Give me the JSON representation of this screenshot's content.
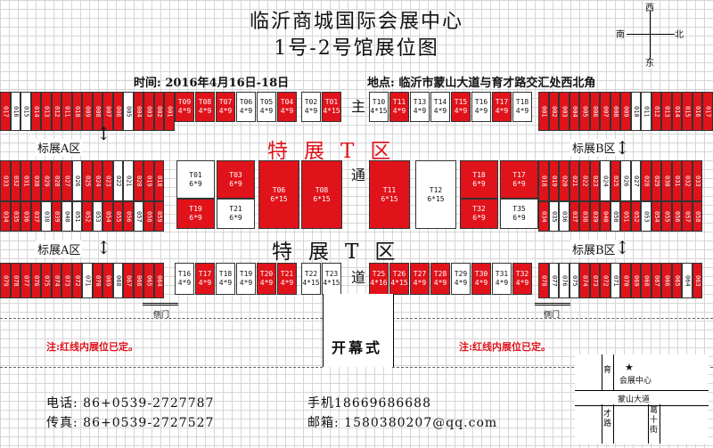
{
  "title": {
    "line1": "临沂商城国际会展中心",
    "line2": "1号-2号馆展位图"
  },
  "compass": {
    "north": "北",
    "south": "南",
    "west": "西",
    "east": "东"
  },
  "info": {
    "time_label": "时间:",
    "time_value": "2016年4月16日-18日",
    "place_label": "地点:",
    "place_value": "临沂市蒙山大道与育才路交汇处西北角"
  },
  "zones": {
    "std_a": "标展A区",
    "std_b": "标展B区",
    "special_upper": "特展T区",
    "special_lower": "特展T区"
  },
  "aisle": {
    "c1": "主",
    "c2": "通",
    "c3": "道"
  },
  "side_door": "侧门",
  "opening": "开幕式",
  "note": "注:红线内展位已定。",
  "contact": {
    "phone": "电话: 86+0539-2727787",
    "fax": "传真: 86+0539-2727527",
    "mobile": "手机18669686688",
    "email": "邮箱: 1580380207@qq.com"
  },
  "map": {
    "venue": "会展中心",
    "road": "蒙山大道",
    "left_top": "育",
    "left_bottom": "才路",
    "right": "葛十街",
    "star": "★"
  },
  "colors": {
    "booked": "#e0131b",
    "open": "#ffffff"
  },
  "booths": {
    "row1_left": {
      "labels": [
        "017",
        "016",
        "015",
        "014",
        "013",
        "012",
        "011",
        "010",
        "009",
        "008",
        "007",
        "006",
        "005",
        "004",
        "003",
        "002",
        "001"
      ],
      "booked": [
        1,
        0,
        0,
        1,
        1,
        1,
        1,
        1,
        1,
        1,
        1,
        1,
        0,
        1,
        1,
        1,
        1
      ]
    },
    "row1_right": {
      "labels": [
        "001",
        "002",
        "003",
        "004",
        "005",
        "006",
        "007",
        "008",
        "009",
        "010",
        "011",
        "012",
        "013",
        "014",
        "015",
        "016",
        "017"
      ],
      "booked": [
        1,
        1,
        1,
        1,
        1,
        1,
        1,
        1,
        1,
        0,
        0,
        1,
        1,
        1,
        1,
        1,
        1
      ]
    },
    "row1_t": [
      {
        "id": "T09",
        "size": "4*9",
        "booked": true
      },
      {
        "id": "T08",
        "size": "4*9",
        "booked": true
      },
      {
        "id": "T07",
        "size": "4*9",
        "booked": true
      },
      {
        "id": "T06",
        "size": "4*9",
        "booked": false
      },
      {
        "id": "T05",
        "size": "4*9",
        "booked": false
      },
      {
        "id": "T04",
        "size": "4*9",
        "booked": true
      },
      {
        "id": "T02",
        "size": "4*9",
        "booked": false
      },
      {
        "id": "T01",
        "size": "4*15",
        "booked": true
      },
      {
        "id": "T10",
        "size": "4*15",
        "booked": false
      },
      {
        "id": "T11",
        "size": "4*9",
        "booked": true
      },
      {
        "id": "T13",
        "size": "4*9",
        "booked": false
      },
      {
        "id": "T14",
        "size": "4*9",
        "booked": false
      },
      {
        "id": "T15",
        "size": "4*9",
        "booked": true
      },
      {
        "id": "T16",
        "size": "4*9",
        "booked": false
      },
      {
        "id": "T17",
        "size": "4*9",
        "booked": true
      },
      {
        "id": "T18",
        "size": "4*9",
        "booked": false
      }
    ],
    "mid_left_a": {
      "labels": [
        "033",
        "032",
        "031",
        "030",
        "029",
        "028",
        "027",
        "026",
        "025",
        "024",
        "023",
        "022",
        "021",
        "020",
        "019",
        "018"
      ],
      "booked": [
        1,
        1,
        1,
        1,
        1,
        1,
        1,
        0,
        1,
        1,
        1,
        0,
        0,
        1,
        1,
        1
      ]
    },
    "mid_left_b": {
      "labels": [
        "034",
        "035",
        "036",
        "037",
        "038",
        "039",
        "040",
        "051",
        "052",
        "053",
        "054",
        "055",
        "056",
        "057",
        "058",
        "059"
      ],
      "booked": [
        1,
        1,
        1,
        1,
        0,
        1,
        0,
        0,
        1,
        0,
        1,
        1,
        1,
        0,
        1,
        1
      ]
    },
    "mid_right_a": {
      "labels": [
        "018",
        "019",
        "020",
        "021",
        "022",
        "023",
        "024",
        "025",
        "026",
        "027",
        "028",
        "029",
        "030",
        "031",
        "032",
        "033"
      ],
      "booked": [
        1,
        1,
        1,
        1,
        1,
        1,
        0,
        1,
        0,
        0,
        1,
        1,
        1,
        1,
        1,
        1
      ]
    },
    "mid_right_b": {
      "labels": [
        "034",
        "035",
        "036",
        "037",
        "038",
        "039",
        "040",
        "050",
        "051",
        "052",
        "053",
        "054",
        "055",
        "056",
        "057",
        "058"
      ],
      "booked": [
        1,
        0,
        0,
        1,
        1,
        1,
        1,
        0,
        1,
        1,
        0,
        1,
        1,
        1,
        1,
        1
      ]
    },
    "center_t": [
      {
        "id": "T01",
        "size": "6*9",
        "booked": false
      },
      {
        "id": "T03",
        "size": "6*9",
        "booked": true
      },
      {
        "id": "T19",
        "size": "6*9",
        "booked": true
      },
      {
        "id": "T21",
        "size": "6*9",
        "booked": false
      },
      {
        "id": "T06",
        "size": "6*15",
        "booked": true
      },
      {
        "id": "T08",
        "size": "6*15",
        "booked": true
      },
      {
        "id": "T11",
        "size": "6*15",
        "booked": true
      },
      {
        "id": "T12",
        "size": "6*15",
        "booked": false
      },
      {
        "id": "T18",
        "size": "6*9",
        "booked": true
      },
      {
        "id": "T17",
        "size": "6*9",
        "booked": true
      },
      {
        "id": "T32",
        "size": "6*9",
        "booked": true
      },
      {
        "id": "T35",
        "size": "6*9",
        "booked": false
      }
    ],
    "row_bottom_left": {
      "labels": [
        "079",
        "078",
        "077",
        "076",
        "075",
        "074",
        "073",
        "072",
        "071",
        "070",
        "069",
        "068",
        "067",
        "066",
        "065",
        "064"
      ],
      "booked": [
        1,
        1,
        1,
        1,
        1,
        1,
        1,
        1,
        0,
        1,
        1,
        0,
        1,
        1,
        1,
        1
      ]
    },
    "row_bottom_right": {
      "labels": [
        "078",
        "077",
        "076",
        "075",
        "074",
        "073",
        "072",
        "071",
        "070",
        "069",
        "068",
        "067",
        "066",
        "065",
        "064",
        "063"
      ],
      "booked": [
        1,
        0,
        0,
        0,
        1,
        1,
        1,
        0,
        1,
        1,
        1,
        1,
        1,
        1,
        0,
        1
      ]
    },
    "row_bottom_t": [
      {
        "id": "T16",
        "size": "4*9",
        "booked": false
      },
      {
        "id": "T17",
        "size": "4*9",
        "booked": true
      },
      {
        "id": "T18",
        "size": "4*9",
        "booked": false
      },
      {
        "id": "T19",
        "size": "4*9",
        "booked": false
      },
      {
        "id": "T20",
        "size": "4*9",
        "booked": true
      },
      {
        "id": "T21",
        "size": "4*9",
        "booked": true
      },
      {
        "id": "T22",
        "size": "4*15",
        "booked": false
      },
      {
        "id": "T23",
        "size": "4*15",
        "booked": false
      },
      {
        "id": "T25",
        "size": "4*16",
        "booked": true
      },
      {
        "id": "T26",
        "size": "4*15",
        "booked": true
      },
      {
        "id": "T27",
        "size": "4*9",
        "booked": true
      },
      {
        "id": "T28",
        "size": "4*9",
        "booked": true
      },
      {
        "id": "T29",
        "size": "4*9",
        "booked": false
      },
      {
        "id": "T30",
        "size": "4*9",
        "booked": true
      },
      {
        "id": "T31",
        "size": "4*9",
        "booked": false
      },
      {
        "id": "T32",
        "size": "4*9",
        "booked": true
      }
    ]
  }
}
